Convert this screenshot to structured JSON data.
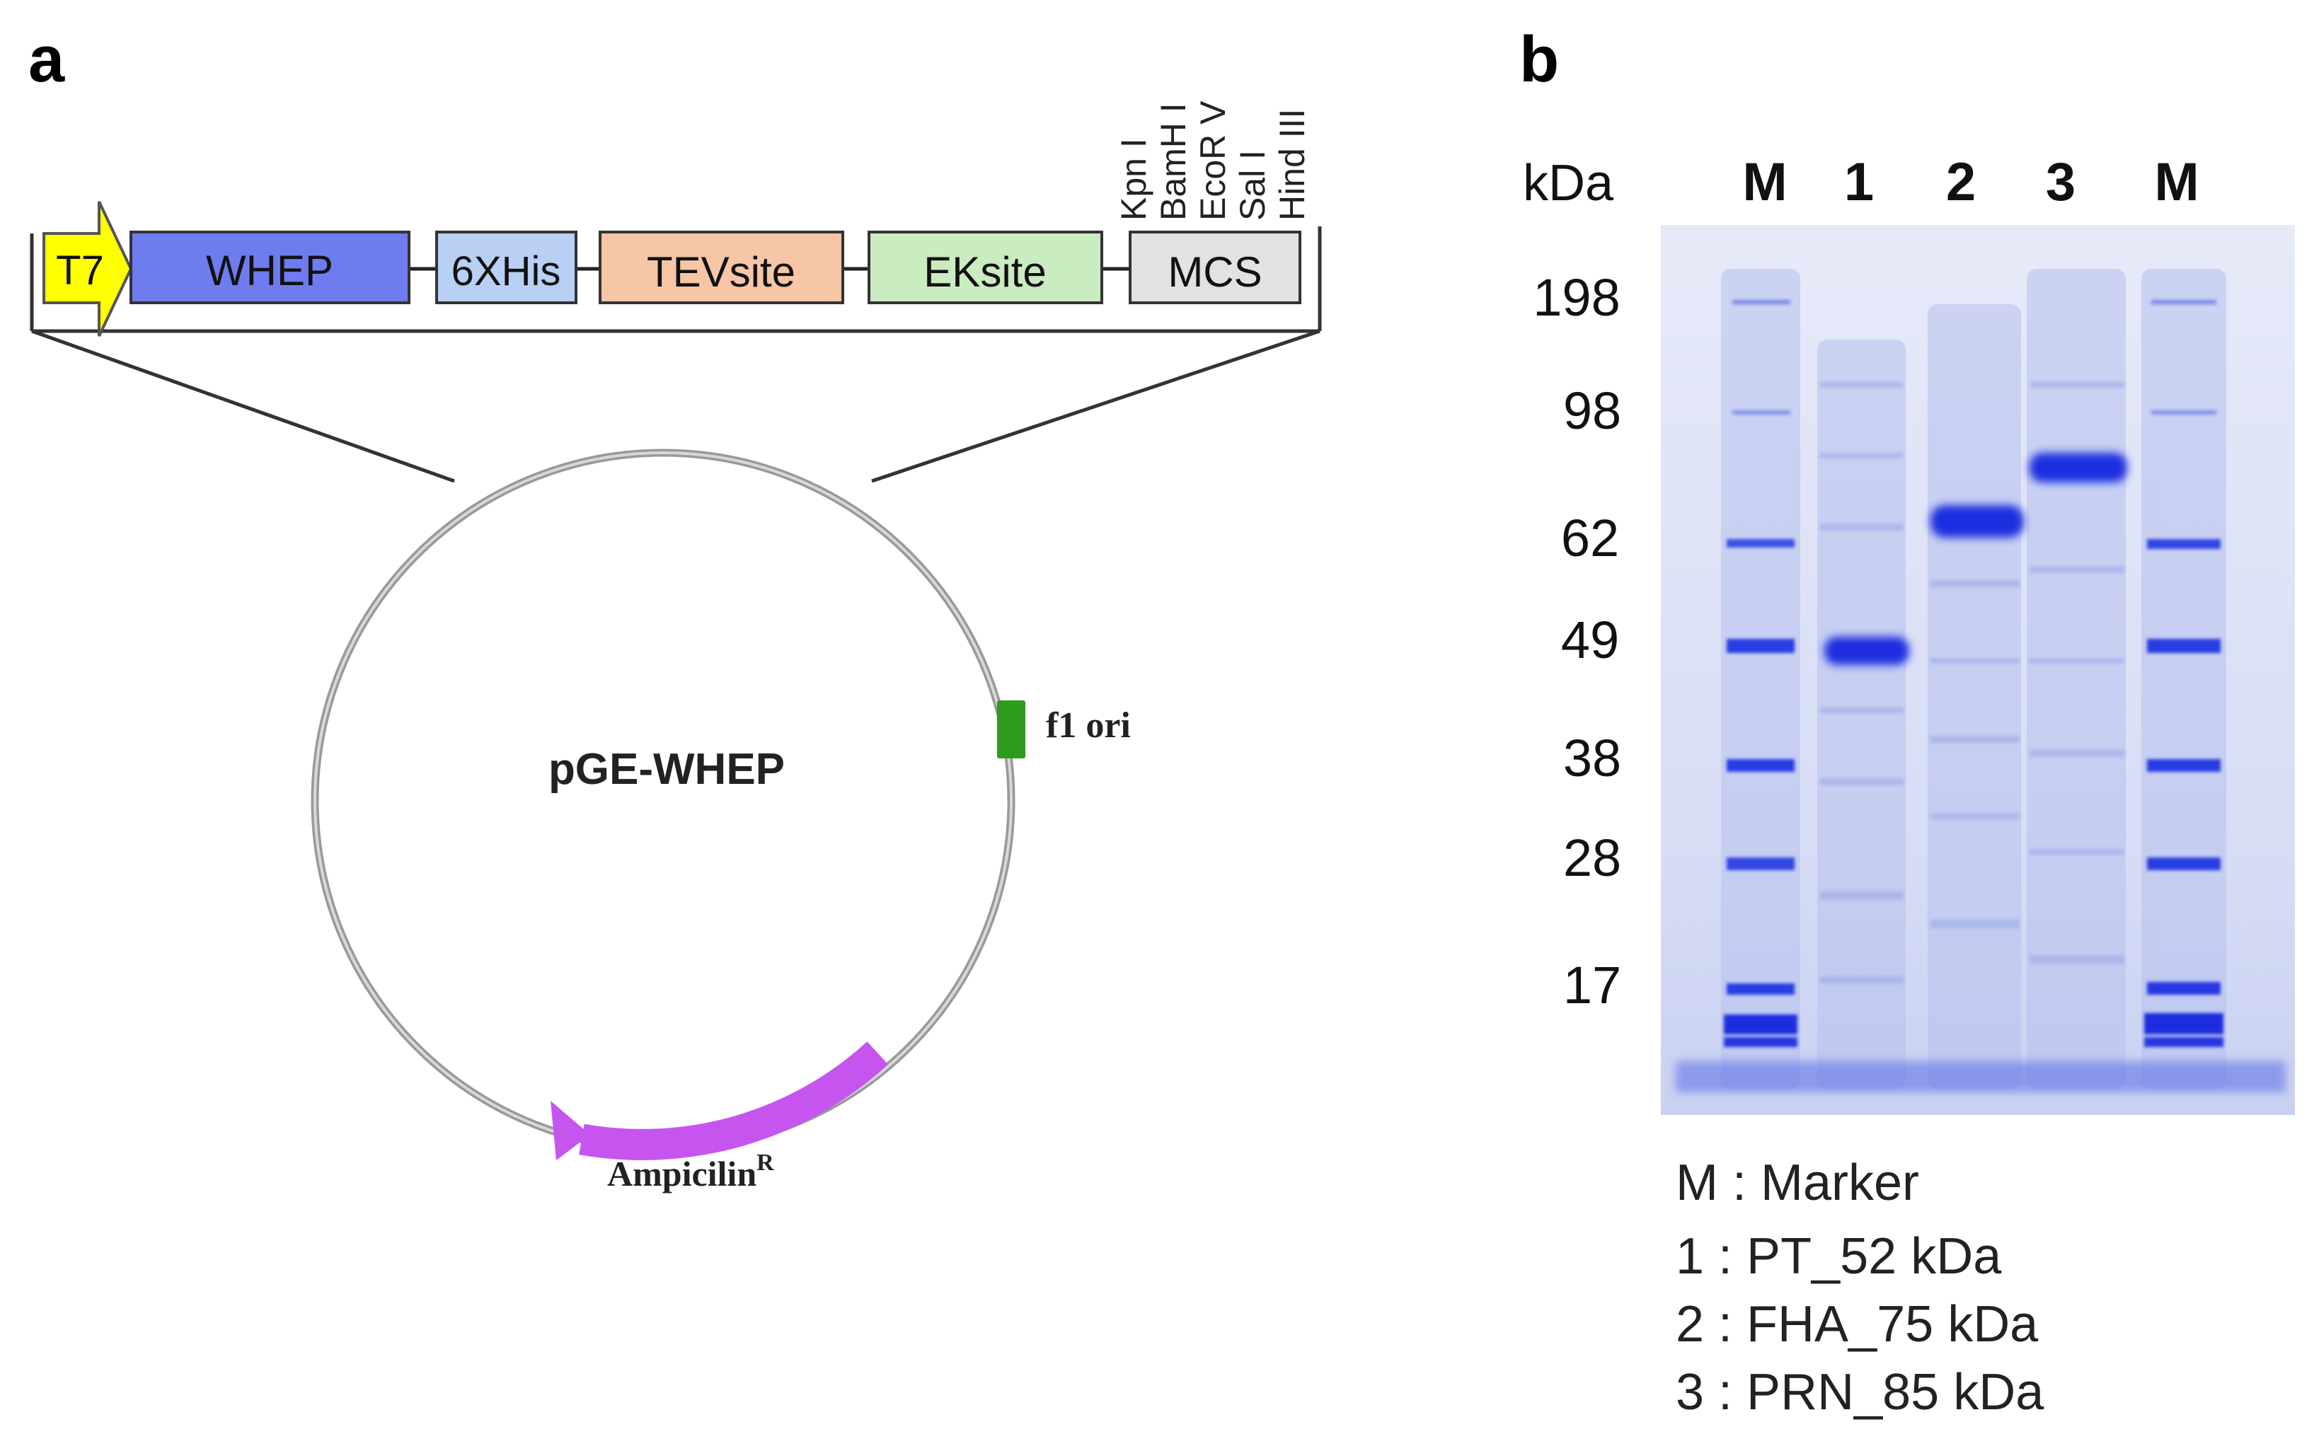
{
  "panel_a": {
    "label": "a",
    "cassette": {
      "promoter": "T7",
      "boxes": [
        "WHEP",
        "6XHis",
        "TEVsite",
        "EKsite",
        "MCS"
      ],
      "restriction_sites": [
        "Kpn I",
        "BamH I",
        "EcoR V",
        "Sal I",
        "Hind III"
      ]
    },
    "plasmid": {
      "name": "pGE-WHEP",
      "f1_ori": "f1 ori",
      "ampicilin_label": "Ampicilin",
      "ampicilin_superscript": "R"
    },
    "colors": {
      "promoter": "#ffff00",
      "whep": "#6e7cf0",
      "his": "#b8d0f4",
      "tev": "#f7c6a6",
      "ek": "#c9ecc0",
      "mcs": "#e2e2e2",
      "f1_ori": "#2e9b1e",
      "ampicilin": "#c655f0"
    }
  },
  "panel_b": {
    "label": "b",
    "unit": "kDa",
    "lanes": [
      "M",
      "1",
      "2",
      "3",
      "M"
    ],
    "markers": [
      "198",
      "98",
      "62",
      "49",
      "38",
      "28",
      "17"
    ],
    "legend": [
      "M : Marker",
      "1 : PT_52 kDa",
      "2 : FHA_75 kDa",
      "3 : PRN_85 kDa"
    ],
    "colors": {
      "gel": "#dfe4f7",
      "band": "#1a2ee0"
    }
  }
}
